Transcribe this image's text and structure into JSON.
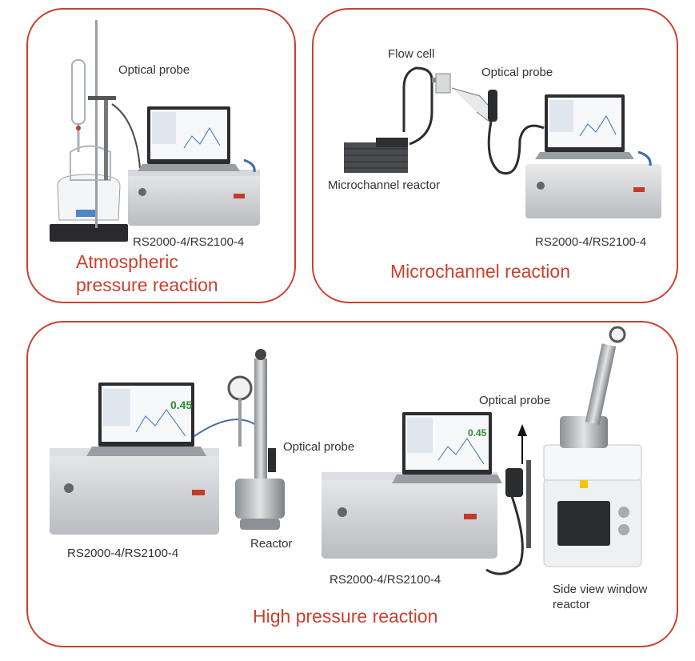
{
  "panels": {
    "atmospheric": {
      "title": "Atmospheric pressure reaction",
      "probe_label": "Optical probe",
      "instrument_label": "RS2000-4/RS2100-4"
    },
    "microchannel": {
      "title": "Microchannel reaction",
      "flow_cell_label": "Flow cell",
      "probe_label": "Optical probe",
      "reactor_label": "Microchannel reactor",
      "instrument_label": "RS2000-4/RS2100-4"
    },
    "high_pressure": {
      "title": "High pressure reaction",
      "probe_label_1": "Optical probe",
      "reactor_label": "Reactor",
      "instrument_label_1": "RS2000-4/RS2100-4",
      "screen_value_1": "0.45",
      "instrument_label_2": "RS2000-4/RS2100-4",
      "screen_value_2": "0.45",
      "probe_label_2": "Optical probe",
      "side_reactor_label_line1": "Side view window",
      "side_reactor_label_line2": "reactor"
    }
  },
  "colors": {
    "border": "#c9412f",
    "title": "#c9412f",
    "value_green": "#2e8b2e"
  }
}
